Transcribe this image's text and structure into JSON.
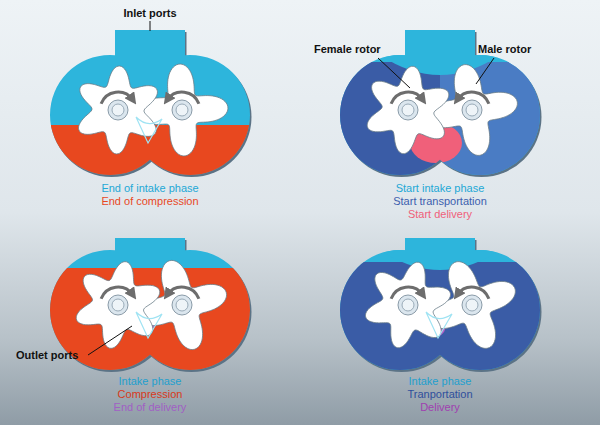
{
  "diagram": {
    "labels": [
      "Inlet ports",
      "Female rotor",
      "Male rotor",
      "End of intake phase",
      "End of compression",
      "Start intake phase",
      "Start transportation",
      "Start delivery",
      "Outlet ports",
      "Intake phase",
      "Compression",
      "End of delivery",
      "Intake phase",
      "Tranportation",
      "Delivery"
    ]
  }
}
